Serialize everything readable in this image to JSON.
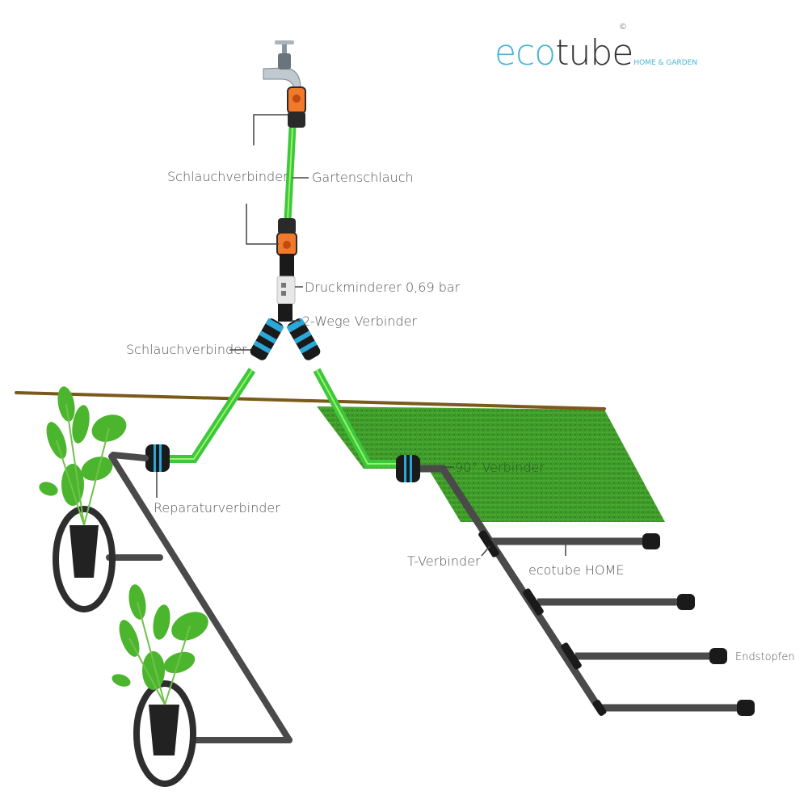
{
  "logo": {
    "eco": "eco",
    "tube": "tube",
    "subtitle": "HOME & GARDEN",
    "copyright": "©"
  },
  "colors": {
    "garden_hose": "#3cc83c",
    "garden_hose_stripe": "#9cf06a",
    "ecotube": "#4a4a4a",
    "connector_orange": "#f07a2a",
    "connector_blue": "#2aa8d8",
    "lawn": "#3f9a2a",
    "ground_line": "#7a5a1a",
    "label_text": "#555555",
    "logo_accent": "#4ab3d4"
  },
  "labels": {
    "hose_connector_top": "Schlauchverbinder",
    "garden_hose": "Gartenschlauch",
    "pressure_reducer": "Druckminderer 0,69 bar",
    "two_way_connector": "2-Wege Verbinder",
    "hose_connector_y": "Schlauchverbinder",
    "repair_connector": "Reparaturverbinder",
    "elbow_connector": "90° Verbinder",
    "t_connector": "T-Verbinder",
    "ecotube_home": "ecotube HOME",
    "end_plug": "Endstopfen"
  },
  "icons": {
    "faucet": "faucet-icon",
    "plant": "potted-plant-icon",
    "end_plug": "end-plug-icon"
  }
}
